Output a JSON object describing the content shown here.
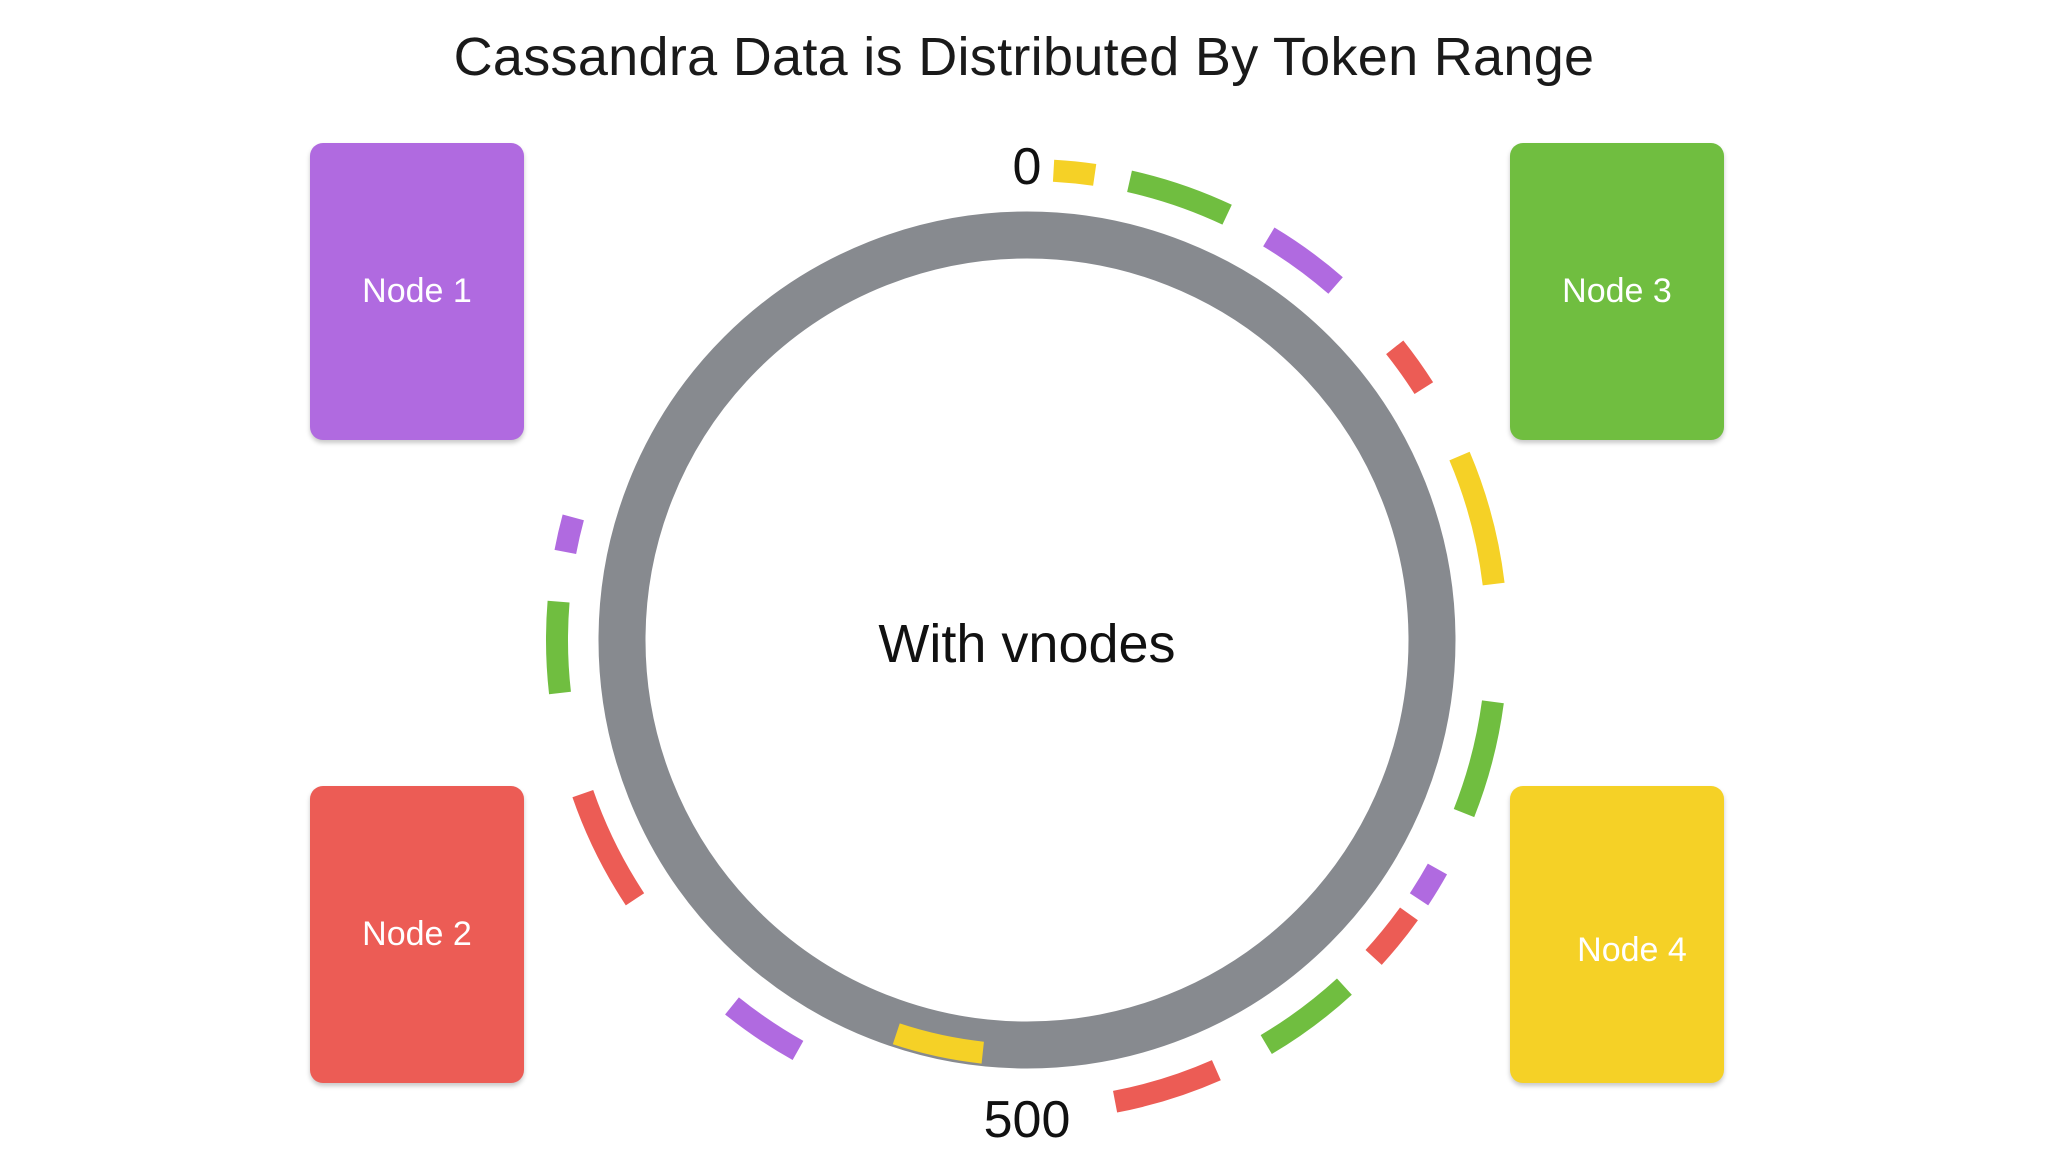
{
  "title": "Cassandra Data is Distributed By Token Range",
  "ring": {
    "center_label": "With vnodes",
    "top_label": "0",
    "bottom_label": "500",
    "ring_color": "#878a8f"
  },
  "nodes": [
    {
      "id": "node-1",
      "label": "Node 1",
      "color": "#b06ae0"
    },
    {
      "id": "node-2",
      "label": "Node 2",
      "color": "#ec5c55"
    },
    {
      "id": "node-3",
      "label": "Node 3",
      "color": "#70be40"
    },
    {
      "id": "node-4",
      "label": "Node 4",
      "color": "#f5d126"
    }
  ],
  "vnode_ranges": [
    {
      "node": "node-4",
      "start": 9,
      "end": 23
    },
    {
      "node": "node-3",
      "start": 35,
      "end": 70
    },
    {
      "node": "node-1",
      "start": 86,
      "end": 114
    },
    {
      "node": "node-2",
      "start": 143,
      "end": 160
    },
    {
      "node": "node-4",
      "start": 186,
      "end": 231
    },
    {
      "node": "node-3",
      "start": 271,
      "end": 310
    },
    {
      "node": "node-1",
      "start": 331,
      "end": 343
    },
    {
      "node": "node-2",
      "start": 349,
      "end": 368
    },
    {
      "node": "node-3",
      "start": 382,
      "end": 415
    },
    {
      "node": "node-2",
      "start": 434,
      "end": 470
    },
    {
      "node": "node-4",
      "start": 517,
      "end": 551
    },
    {
      "node": "node-1",
      "start": 581,
      "end": 608
    },
    {
      "node": "node-2",
      "start": 657,
      "end": 697
    },
    {
      "node": "node-3",
      "start": 732,
      "end": 763
    },
    {
      "node": "node-1",
      "start": 780,
      "end": 792
    }
  ]
}
